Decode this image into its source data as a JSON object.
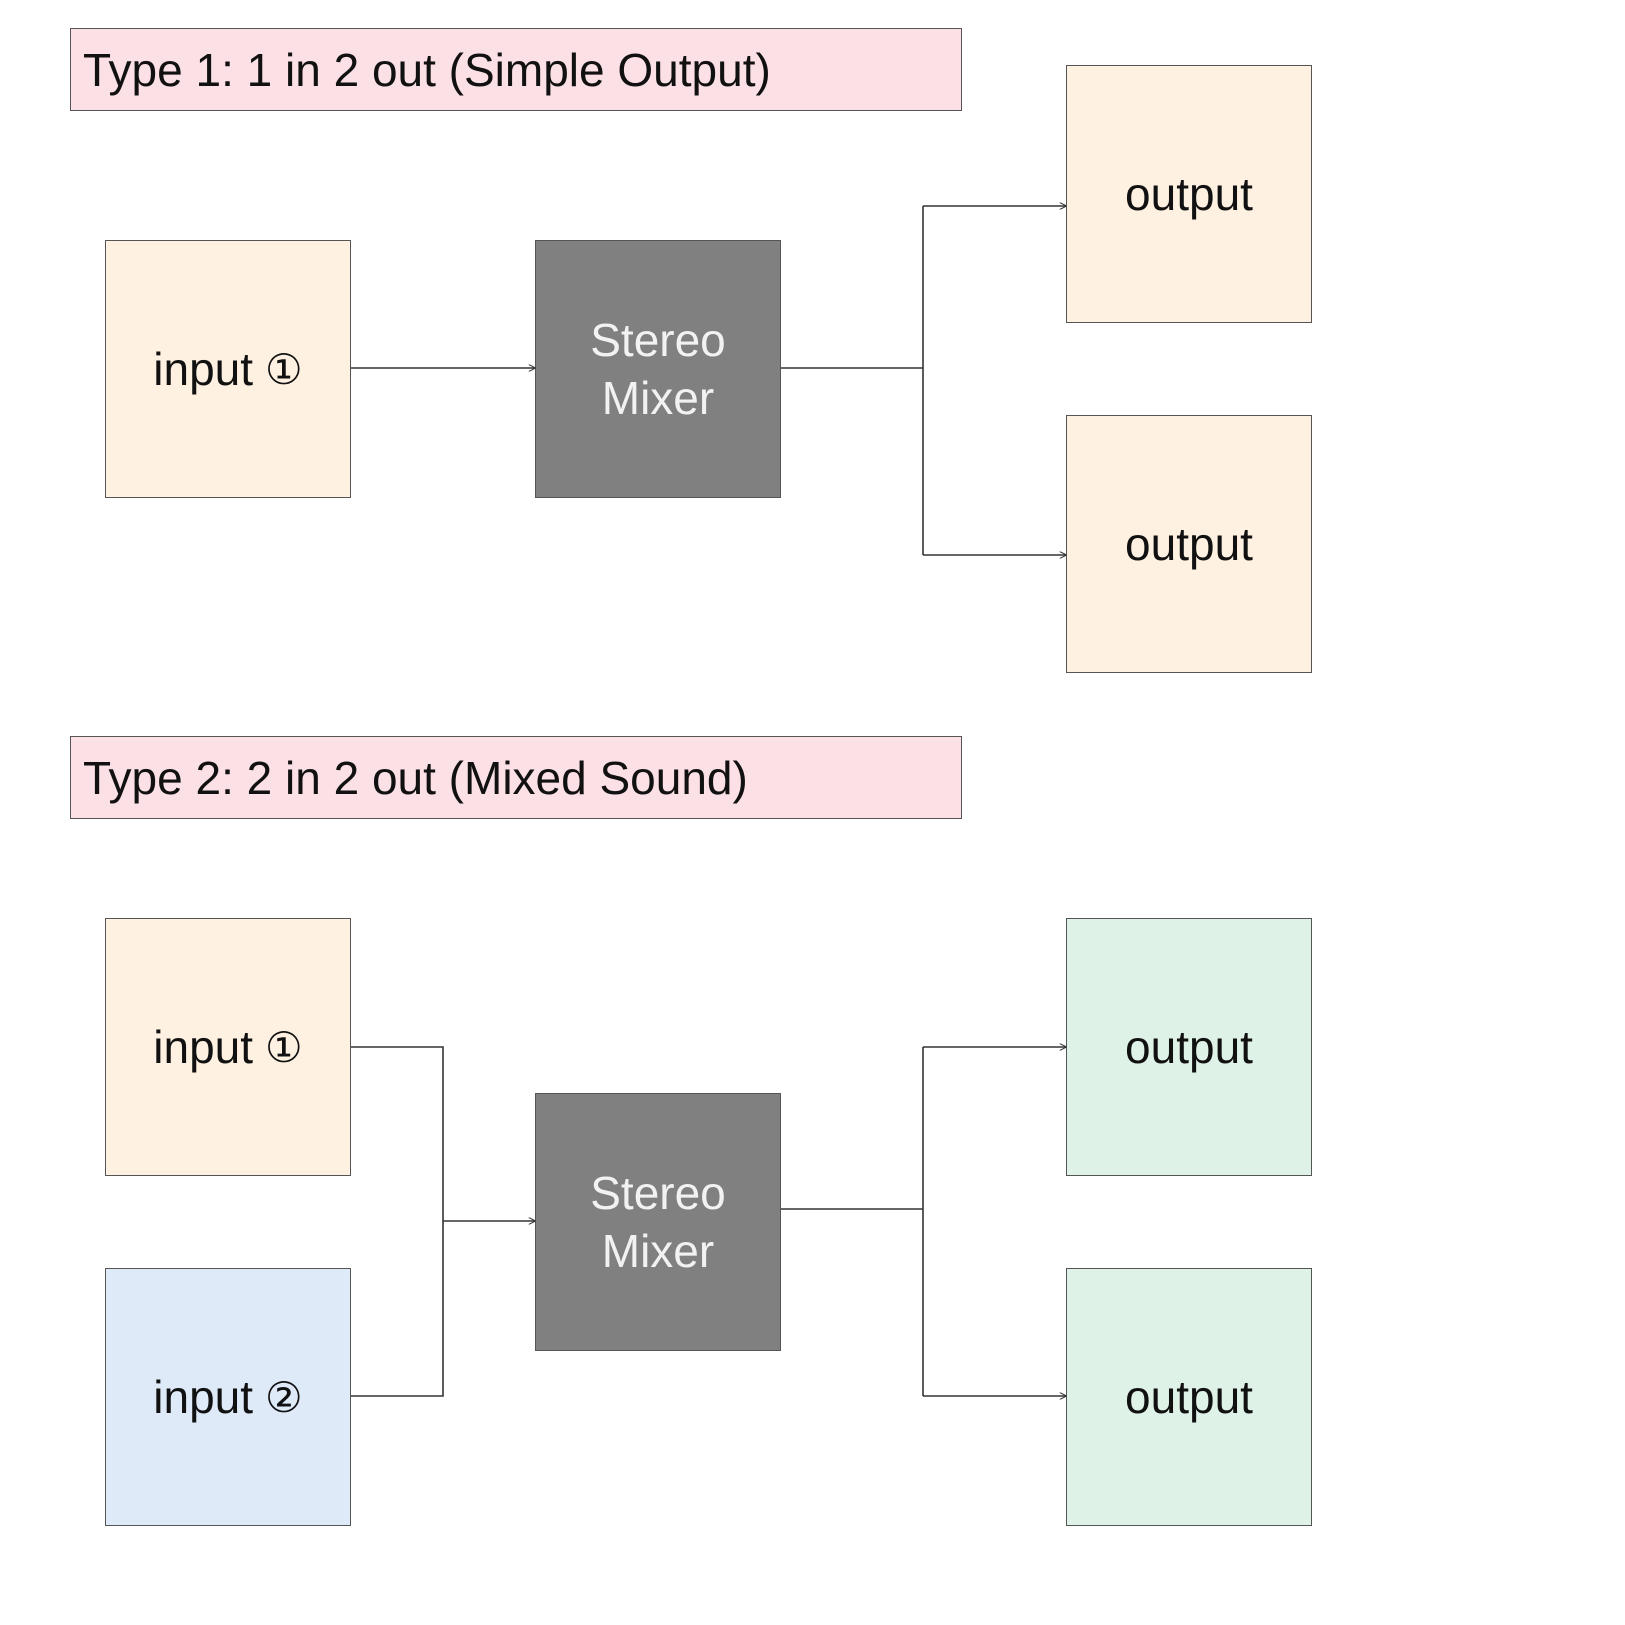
{
  "sections": [
    {
      "title": "Type 1: 1 in 2 out (Simple Output)",
      "inputs": [
        {
          "label": "input",
          "marker": "①",
          "color": "#fef1e1"
        }
      ],
      "mixer": {
        "line1": "Stereo",
        "line2": "Mixer",
        "color": "#808080"
      },
      "outputs": [
        {
          "label": "output",
          "color": "#fef1e1"
        },
        {
          "label": "output",
          "color": "#fef1e1"
        }
      ]
    },
    {
      "title": "Type 2: 2 in 2 out (Mixed Sound)",
      "inputs": [
        {
          "label": "input",
          "marker": "①",
          "color": "#fef1e1"
        },
        {
          "label": "input",
          "marker": "②",
          "color": "#dfeaf9"
        }
      ],
      "mixer": {
        "line1": "Stereo",
        "line2": "Mixer",
        "color": "#808080"
      },
      "outputs": [
        {
          "label": "output",
          "color": "#dff2e8"
        },
        {
          "label": "output",
          "color": "#dff2e8"
        }
      ]
    }
  ],
  "colors": {
    "banner": "#fbe0e6",
    "border": "#555555",
    "connector": "#333333"
  }
}
